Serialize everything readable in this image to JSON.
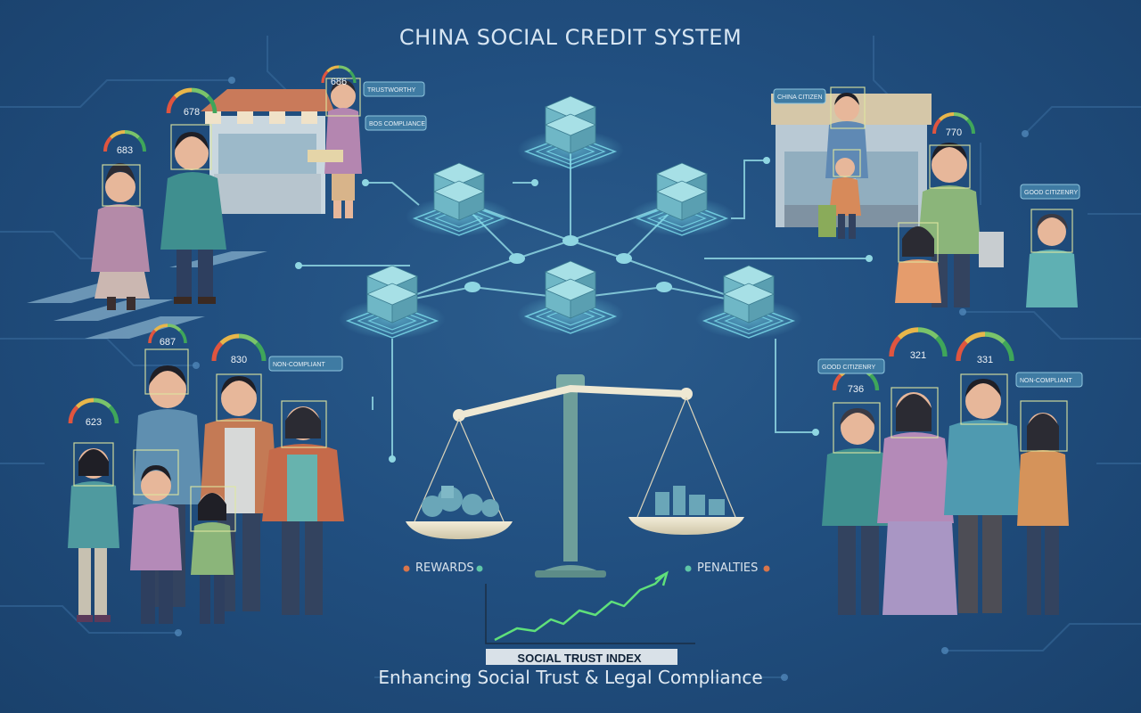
{
  "title": "CHINA SOCIAL CREDIT SYSTEM",
  "subtitle": "Enhancing Social Trust & Legal Compliance",
  "scale": {
    "rewards_label": "REWARDS",
    "penalties_label": "PENALTIES"
  },
  "trust_index": {
    "label": "SOCIAL TRUST INDEX"
  },
  "scores": {
    "top_left_grandma": "683",
    "top_left_man": "678",
    "top_left_vendor": "686",
    "top_right_man": "770",
    "bottom_left_woman": "623",
    "bottom_left_man": "687",
    "bottom_left_father": "830",
    "bottom_right_grandma": "736",
    "bottom_right_woman": "321",
    "bottom_right_man": "331"
  },
  "bubbles": {
    "top_left_1": "TRUSTWORTHY",
    "top_left_2": "BOS COMPLIANCE",
    "top_right_1": "CHINA CITIZEN",
    "top_right_2": "GOOD CITIZENRY",
    "bottom_left_1": "NON-COMPLIANT",
    "bottom_right_1": "GOOD CITIZENRY",
    "bottom_right_2": "NON-COMPLIANT"
  },
  "colors": {
    "background": "#214f80",
    "node": "#7ec3cf",
    "glow": "#6fd3e6",
    "rewards_dot_left": "#d9754a",
    "rewards_dot_right": "#5fc6a8",
    "penalties_dot_left": "#5fc6a8",
    "penalties_dot_right": "#d9754a",
    "trend_line": "#5fe07a"
  }
}
